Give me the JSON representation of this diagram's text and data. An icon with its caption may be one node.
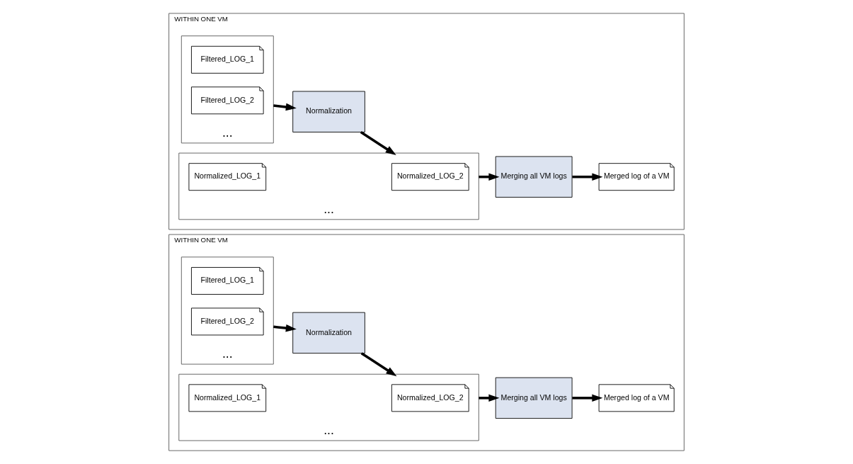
{
  "diagram": {
    "nodes": [
      {
        "text": [
          "WITHIN ONE VM"
        ]
      },
      {
        "text": [
          "..."
        ],
        "in": 0
      },
      {
        "text": [
          "Filtered_LOG_1"
        ],
        "in": 1
      },
      {
        "text": [
          "Filtered_LOG_2"
        ],
        "in": 1
      },
      {
        "text": [
          "Normalization"
        ],
        "in": 0
      },
      {
        "text": [
          "..."
        ],
        "in": 0
      },
      {
        "text": [
          "Normalized_LOG_1"
        ],
        "in": 5
      },
      {
        "text": [
          "Normalized_LOG_2"
        ],
        "in": 5
      },
      {
        "text": [
          "Merging all VM logs"
        ],
        "in": 0
      },
      {
        "text": [
          "Merged log of a VM"
        ],
        "in": 0
      },
      {
        "text": [
          "WITHIN ONE VM"
        ]
      },
      {
        "text": [
          "..."
        ],
        "in": 10
      },
      {
        "text": [
          "Filtered_LOG_1"
        ],
        "in": 11
      },
      {
        "text": [
          "Filtered_LOG_2"
        ],
        "in": 11
      },
      {
        "text": [
          "Normalization"
        ],
        "in": 10
      },
      {
        "text": [
          "..."
        ],
        "in": 10
      },
      {
        "text": [
          "Normalized_LOG_1"
        ],
        "in": 15
      },
      {
        "text": [
          "Normalized_LOG_2"
        ],
        "in": 15
      },
      {
        "text": [
          "Merging all VM logs"
        ],
        "in": 10
      },
      {
        "text": [
          "Merged log of a VM"
        ],
        "in": 10
      }
    ],
    "edges": [
      {
        "from": 1,
        "to": 4,
        "arrow": "to"
      },
      {
        "from": 4,
        "to": 5,
        "arrow": "to"
      },
      {
        "from": 5,
        "to": 8,
        "arrow": "to"
      },
      {
        "from": 8,
        "to": 9,
        "arrow": "to"
      },
      {
        "from": 11,
        "to": 14,
        "arrow": "to"
      },
      {
        "from": 14,
        "to": 15,
        "arrow": "to"
      },
      {
        "from": 15,
        "to": 18,
        "arrow": "to"
      },
      {
        "from": 18,
        "to": 19,
        "arrow": "to"
      }
    ]
  }
}
